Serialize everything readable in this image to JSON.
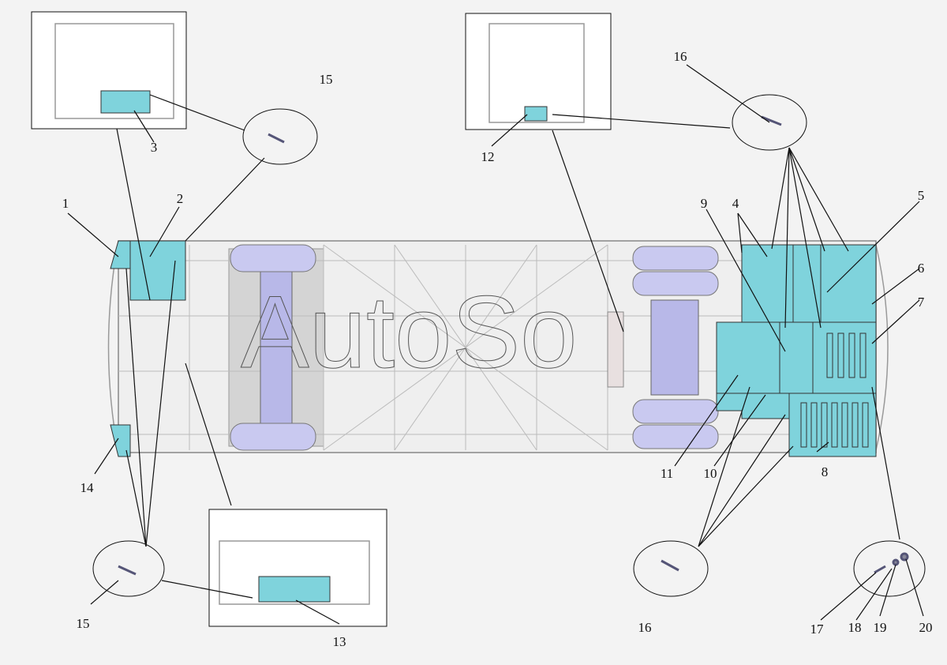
{
  "watermark": "AutoSo",
  "colors": {
    "panel": "#7fd3dc",
    "wheel": "#c9c9f0",
    "background": "#f3f3f3"
  },
  "callouts": [
    "1",
    "2",
    "3",
    "4",
    "5",
    "6",
    "7",
    "8",
    "9",
    "10",
    "11",
    "12",
    "13",
    "14",
    "15",
    "15",
    "16",
    "16",
    "17",
    "18",
    "19",
    "20"
  ]
}
